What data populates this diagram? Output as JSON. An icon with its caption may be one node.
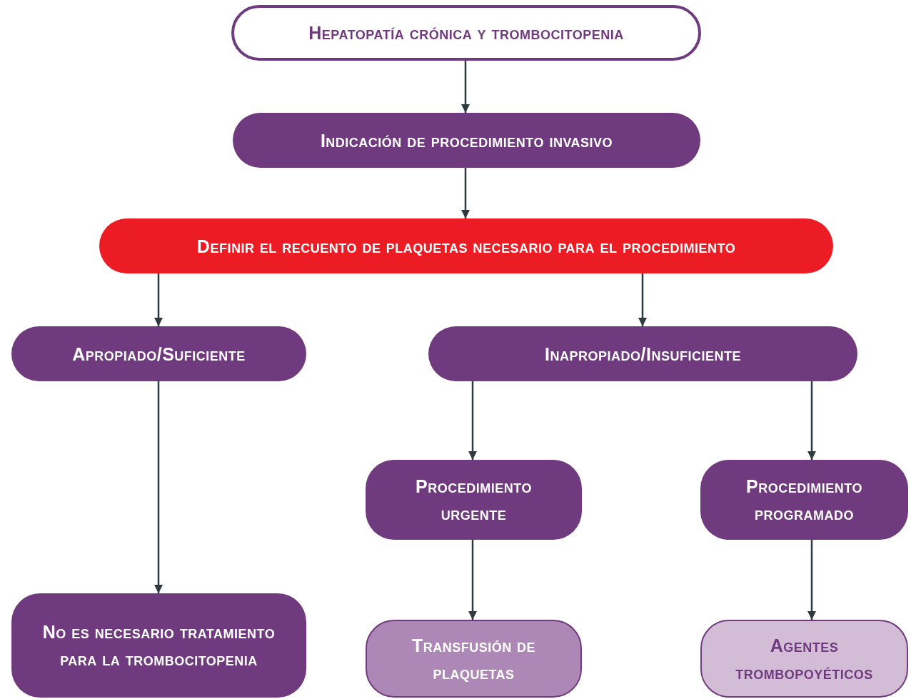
{
  "diagram": {
    "nodes": [
      {
        "text": [
          "Hepatopatía crónica y trombocitopenia"
        ]
      },
      {
        "text": [
          "Indicación de procedimiento invasivo"
        ]
      },
      {
        "text": [
          "Definir el recuento de plaquetas necesario para el procedimiento"
        ]
      },
      {
        "text": [
          "Apropiado/Suficiente"
        ]
      },
      {
        "text": [
          "Inapropiado/Insuficiente"
        ]
      },
      {
        "text": [
          "Procedimiento urgente"
        ]
      },
      {
        "text": [
          "Procedimiento programado"
        ]
      },
      {
        "text": [
          "No es necesario tratamiento para la trombocitopenia"
        ]
      },
      {
        "text": [
          "Transfusión de plaquetas"
        ]
      },
      {
        "text": [
          "Agentes trombopoyéticos"
        ]
      }
    ],
    "edges": [
      {
        "from": 0,
        "to": 1,
        "arrow": "to"
      },
      {
        "from": 1,
        "to": 2,
        "arrow": "to"
      },
      {
        "from": 2,
        "to": 3,
        "arrow": "to"
      },
      {
        "from": 2,
        "to": 4,
        "arrow": "to"
      },
      {
        "from": 3,
        "to": 7,
        "arrow": "to"
      },
      {
        "from": 4,
        "to": 5,
        "arrow": "to"
      },
      {
        "from": 4,
        "to": 6,
        "arrow": "to"
      },
      {
        "from": 5,
        "to": 8,
        "arrow": "to"
      },
      {
        "from": 6,
        "to": 9,
        "arrow": "to"
      }
    ]
  }
}
